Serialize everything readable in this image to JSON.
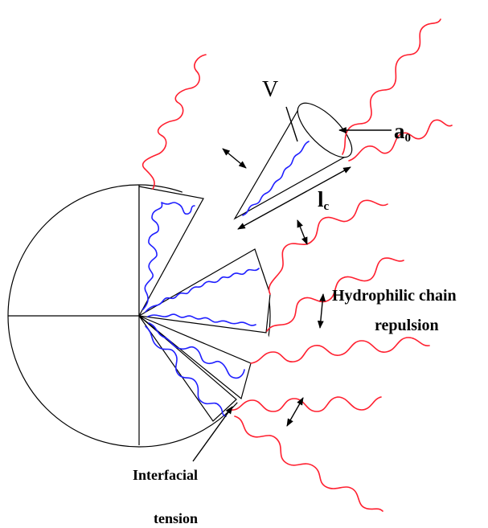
{
  "labels": {
    "volume": "V",
    "headgroup_area": "a",
    "headgroup_area_sub": "0",
    "chain_length": "l",
    "chain_length_sub": "c",
    "hydrophilic_line1": "Hydrophilic chain",
    "hydrophilic_line2": "repulsion",
    "interfacial_line1": "Interfacial",
    "interfacial_line2": "tension"
  },
  "colors": {
    "outline": "#000000",
    "hydrophobic_chain": "#1f1fff",
    "hydrophilic_chain": "#ff1f2f",
    "background": "#ffffff"
  }
}
